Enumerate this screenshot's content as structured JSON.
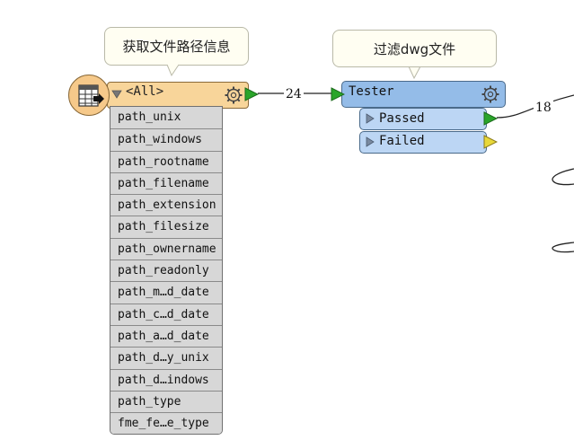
{
  "annotations": {
    "reader_note": "获取文件路径信息",
    "tester_note": "过滤dwg文件"
  },
  "reader": {
    "feature_type": "<All>",
    "attributes": [
      "path_unix",
      "path_windows",
      "path_rootname",
      "path_filename",
      "path_extension",
      "path_filesize",
      "path_ownername",
      "path_readonly",
      "path_m…d_date",
      "path_c…d_date",
      "path_a…d_date",
      "path_d…y_unix",
      "path_d…indows",
      "path_type",
      "fme_fe…e_type"
    ]
  },
  "connections": {
    "reader_to_tester_count": "24",
    "passed_out_count": "18"
  },
  "tester": {
    "name": "Tester",
    "ports": {
      "passed": "Passed",
      "failed": "Failed"
    }
  },
  "icons": {
    "reader": "table-reader-icon",
    "settings": "gear-icon",
    "collapse": "triangle-down-icon",
    "output_port": "triangle-right-icon",
    "input_port": "triangle-right-icon"
  },
  "colors": {
    "reader_fill": "#f8d59a",
    "tester_fill": "#94bce8",
    "port_fill": "#bcd6f4",
    "output_green": "#2aa52a",
    "failed_yellow": "#e8d83a",
    "attribute_fill": "#d7d7d7",
    "annotation_fill": "#fffef2"
  }
}
